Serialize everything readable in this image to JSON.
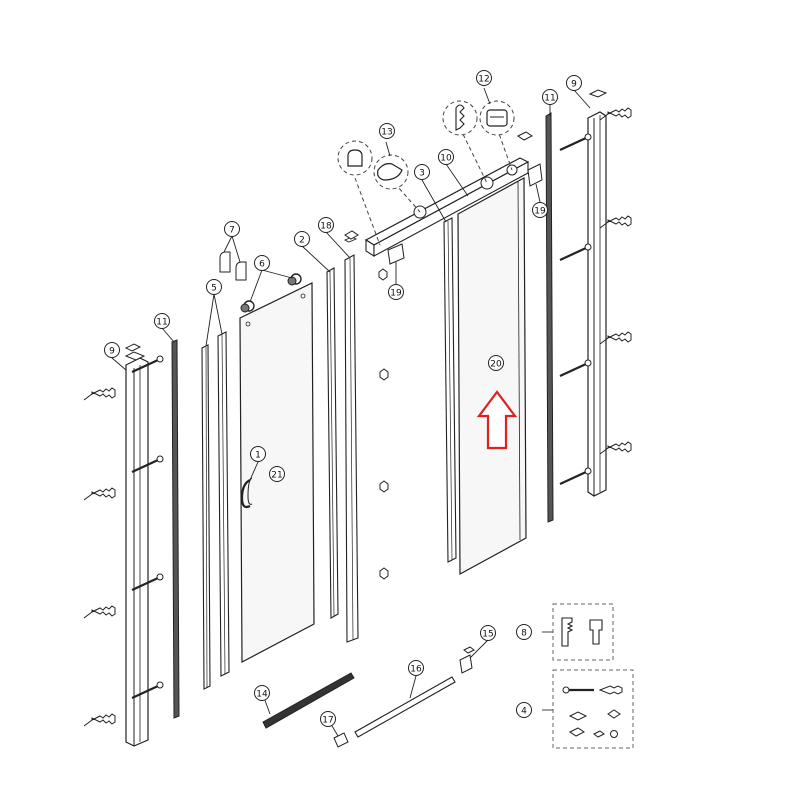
{
  "diagram": {
    "part_numbers": [
      "1",
      "2",
      "3",
      "4",
      "5",
      "6",
      "7",
      "8",
      "9",
      "10",
      "11",
      "12",
      "13",
      "14",
      "15",
      "16",
      "17",
      "18",
      "19",
      "20",
      "21"
    ],
    "colors": {
      "line": "#222222",
      "glass_fill": "#f7f7f7",
      "profile_fill": "#ffffff",
      "callout_fill": "#ffffff",
      "arrow": "#e02020",
      "leader_dash": "#444444"
    },
    "arrow_direction": "up"
  }
}
